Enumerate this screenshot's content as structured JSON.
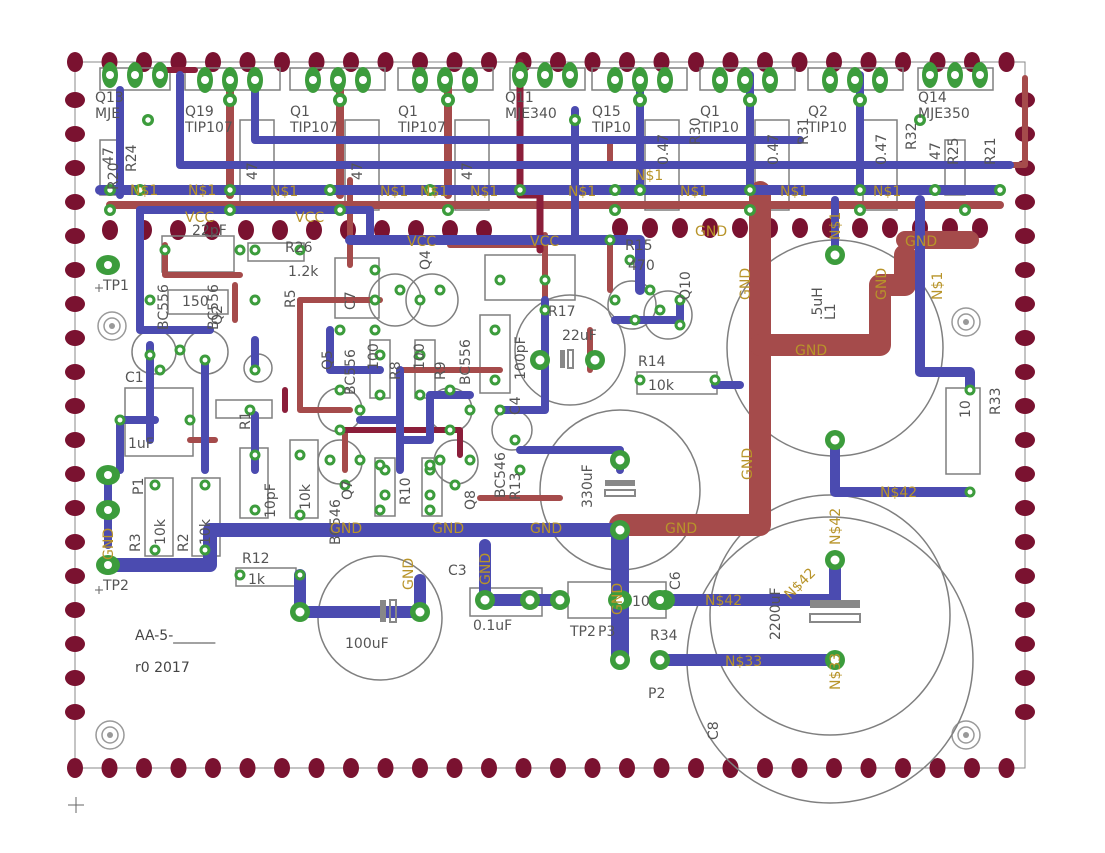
{
  "board": {
    "colors": {
      "outline_pads": "#7a1230",
      "trace_bottom": "#4b4bb0",
      "trace_top": "#a54b4b",
      "trace_top_dark": "#8b1e3a",
      "pad": "#3c9c3c",
      "label": "#b8942a",
      "silkscreen": "#7f7f7f"
    },
    "board_text": {
      "name": "AA-5-______",
      "revision": "r0 2017"
    },
    "transistors": {
      "q13": "Q13",
      "q13v": "MJE",
      "q19": "Q19",
      "q19v": "TIP107",
      "q1a": "Q1",
      "q1av": "TIP107",
      "q1b": "Q1",
      "q1bv": "TIP107",
      "q11": "Q11",
      "q11v": "MJE340",
      "q15": "Q15",
      "q15v": "TIP10",
      "q1c": "Q1",
      "q1cv": "TIP10",
      "q2x": "Q2",
      "q2xv": "TIP10",
      "q14": "Q14",
      "q14v": "MJE350",
      "bc1": "BC556",
      "bc2": "BC556",
      "bc3": "BC556",
      "bc4": "BC556",
      "bc5": "BC546",
      "bc6": "BC546",
      "q10": "Q10",
      "q4": "Q4",
      "q5": "Q5",
      "q7": "Q7",
      "q8": "Q8",
      "q2": "Q2"
    },
    "resistors": {
      "r24": "R24",
      "r20": "R20",
      "r47a": "47",
      "r47b": "47",
      "r47c": "47",
      "r47d": "47",
      "r47e": "47",
      "r30": "R30",
      "r31": "R31",
      "r32": "R32",
      "r25": "R25",
      "r21": "R21",
      "v047a": "0.47",
      "v047b": "0.47",
      "v047c": "0.47",
      "r26": "R26",
      "r26v": "1.2k",
      "r5": "R5",
      "r150": "150",
      "r17": "R17",
      "r15": "R15",
      "r15v": "470",
      "r14": "R14",
      "r14v": "10k",
      "r33": "R33",
      "r33v": "10",
      "r1": "R1",
      "r3": "R3",
      "r3v": "10k",
      "r2": "R2",
      "r2v": "10k",
      "r12": "R12",
      "r12v": "1k",
      "r10": "R10",
      "r8": "R8",
      "r9": "R9",
      "r100a": "100",
      "r100b": "100",
      "r10k": "10k",
      "r13": "R13",
      "r34": "R34",
      "r34v": "10"
    },
    "capacitors": {
      "c1": "C1",
      "c1v": "1uF",
      "c100pf": "100pF",
      "c10pf": "10pF",
      "c22u": "22uF",
      "c330": "330uF",
      "c100u": "100uF",
      "c2200": "2200uF",
      "c3": "C3",
      "c3v": "0.1uF",
      "c6": "C6",
      "c8": "C8",
      "c4": "C4",
      "c7": "C7",
      "c22pf": "22pF"
    },
    "misc": {
      "l1": "L1",
      "l1v": ".5uH",
      "tp1": "TP1",
      "tp2": "TP2",
      "tp2b": "TP2",
      "p1": "P1",
      "p2": "P2",
      "p3": "P3"
    },
    "nets": {
      "n1a": "N$1",
      "n1b": "N$1",
      "n1c": "N$1",
      "n1d": "N$1",
      "n1e": "N$1",
      "n1f": "N$1",
      "n1g": "N$1",
      "n1h": "N$1",
      "n1i": "N$1",
      "n1j": "N$1",
      "n1k": "N$1",
      "n1v": "N$1",
      "n1v2": "N$1",
      "vcc1": "VCC",
      "vcc2": "VCC",
      "vcc3": "VCC",
      "vcc4": "VCC",
      "gnd1": "GND",
      "gnd2": "GND",
      "gnd3": "GND",
      "gnd4": "GND",
      "gnd5": "GND",
      "gnd6": "GND",
      "gnd7": "GND",
      "gnd8": "GND",
      "gnd9": "GND",
      "gnd10": "GND",
      "gnd11": "GND",
      "gnd12": "GND",
      "gnd13": "GND",
      "gnd14": "GND",
      "n42a": "N$42",
      "n42b": "N$42",
      "n42c": "N$42",
      "n42d": "N$42",
      "n33a": "N$33",
      "n33b": "N$33"
    }
  }
}
